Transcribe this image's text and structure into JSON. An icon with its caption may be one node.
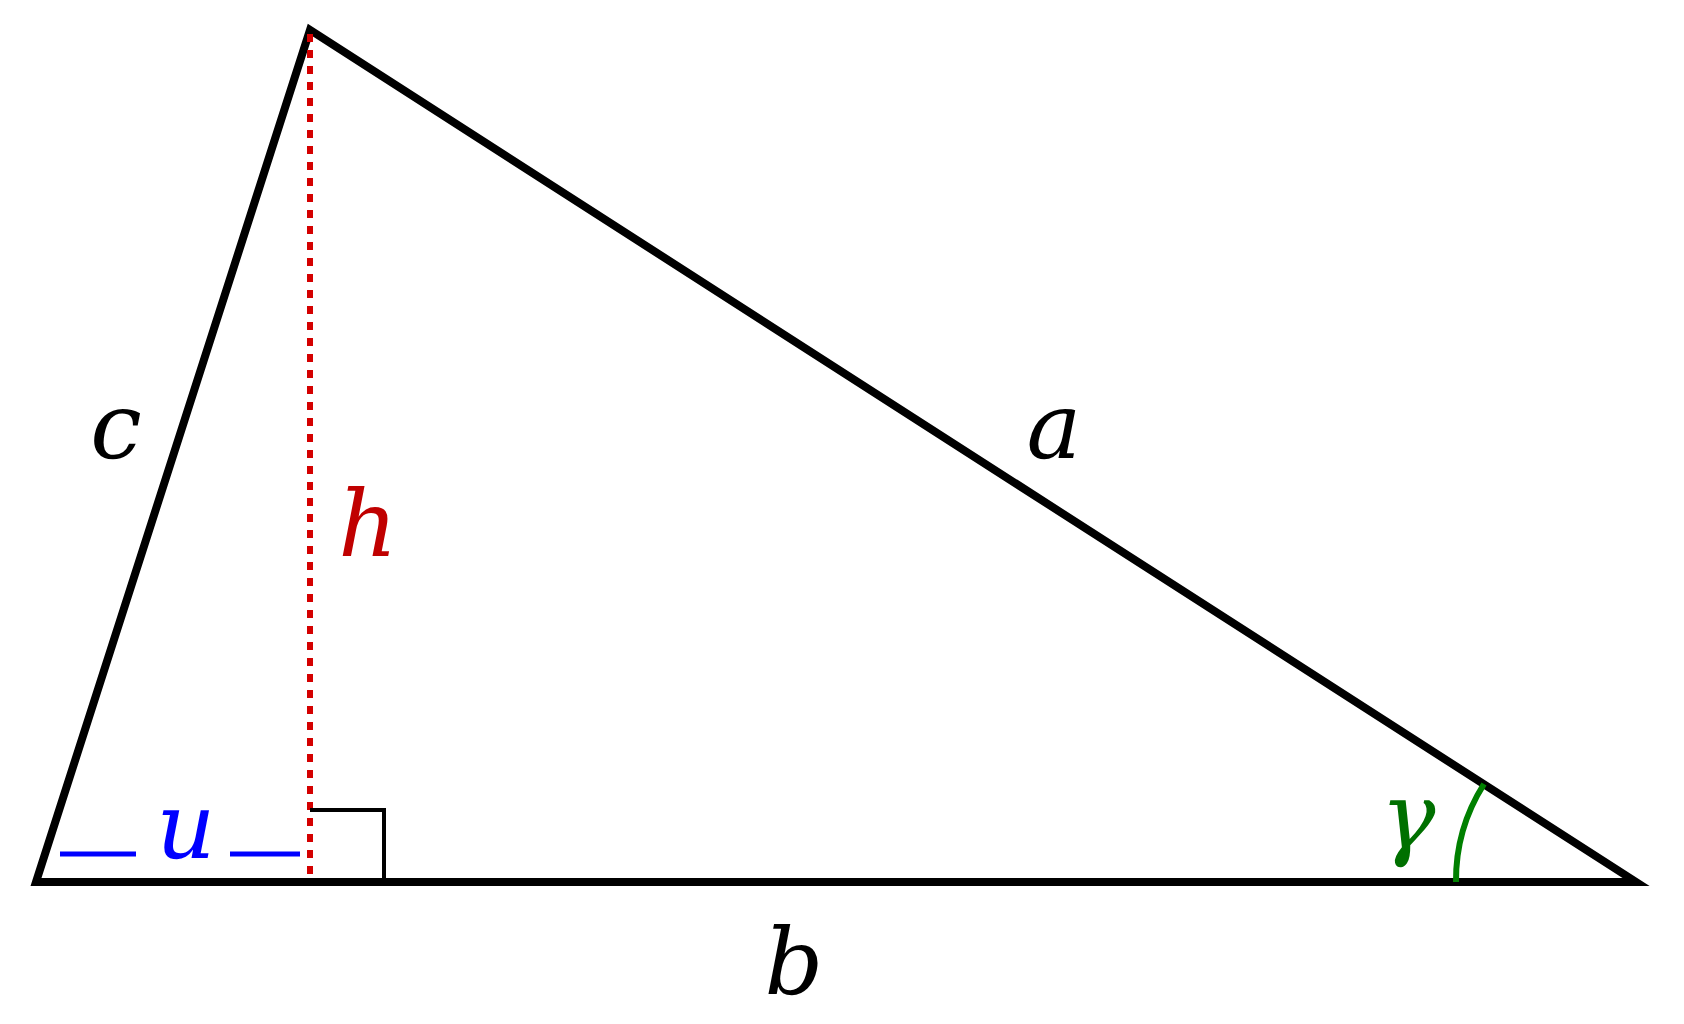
{
  "diagram": {
    "labels": [
      "c",
      "a",
      "h",
      "u",
      "γ",
      "b"
    ]
  }
}
